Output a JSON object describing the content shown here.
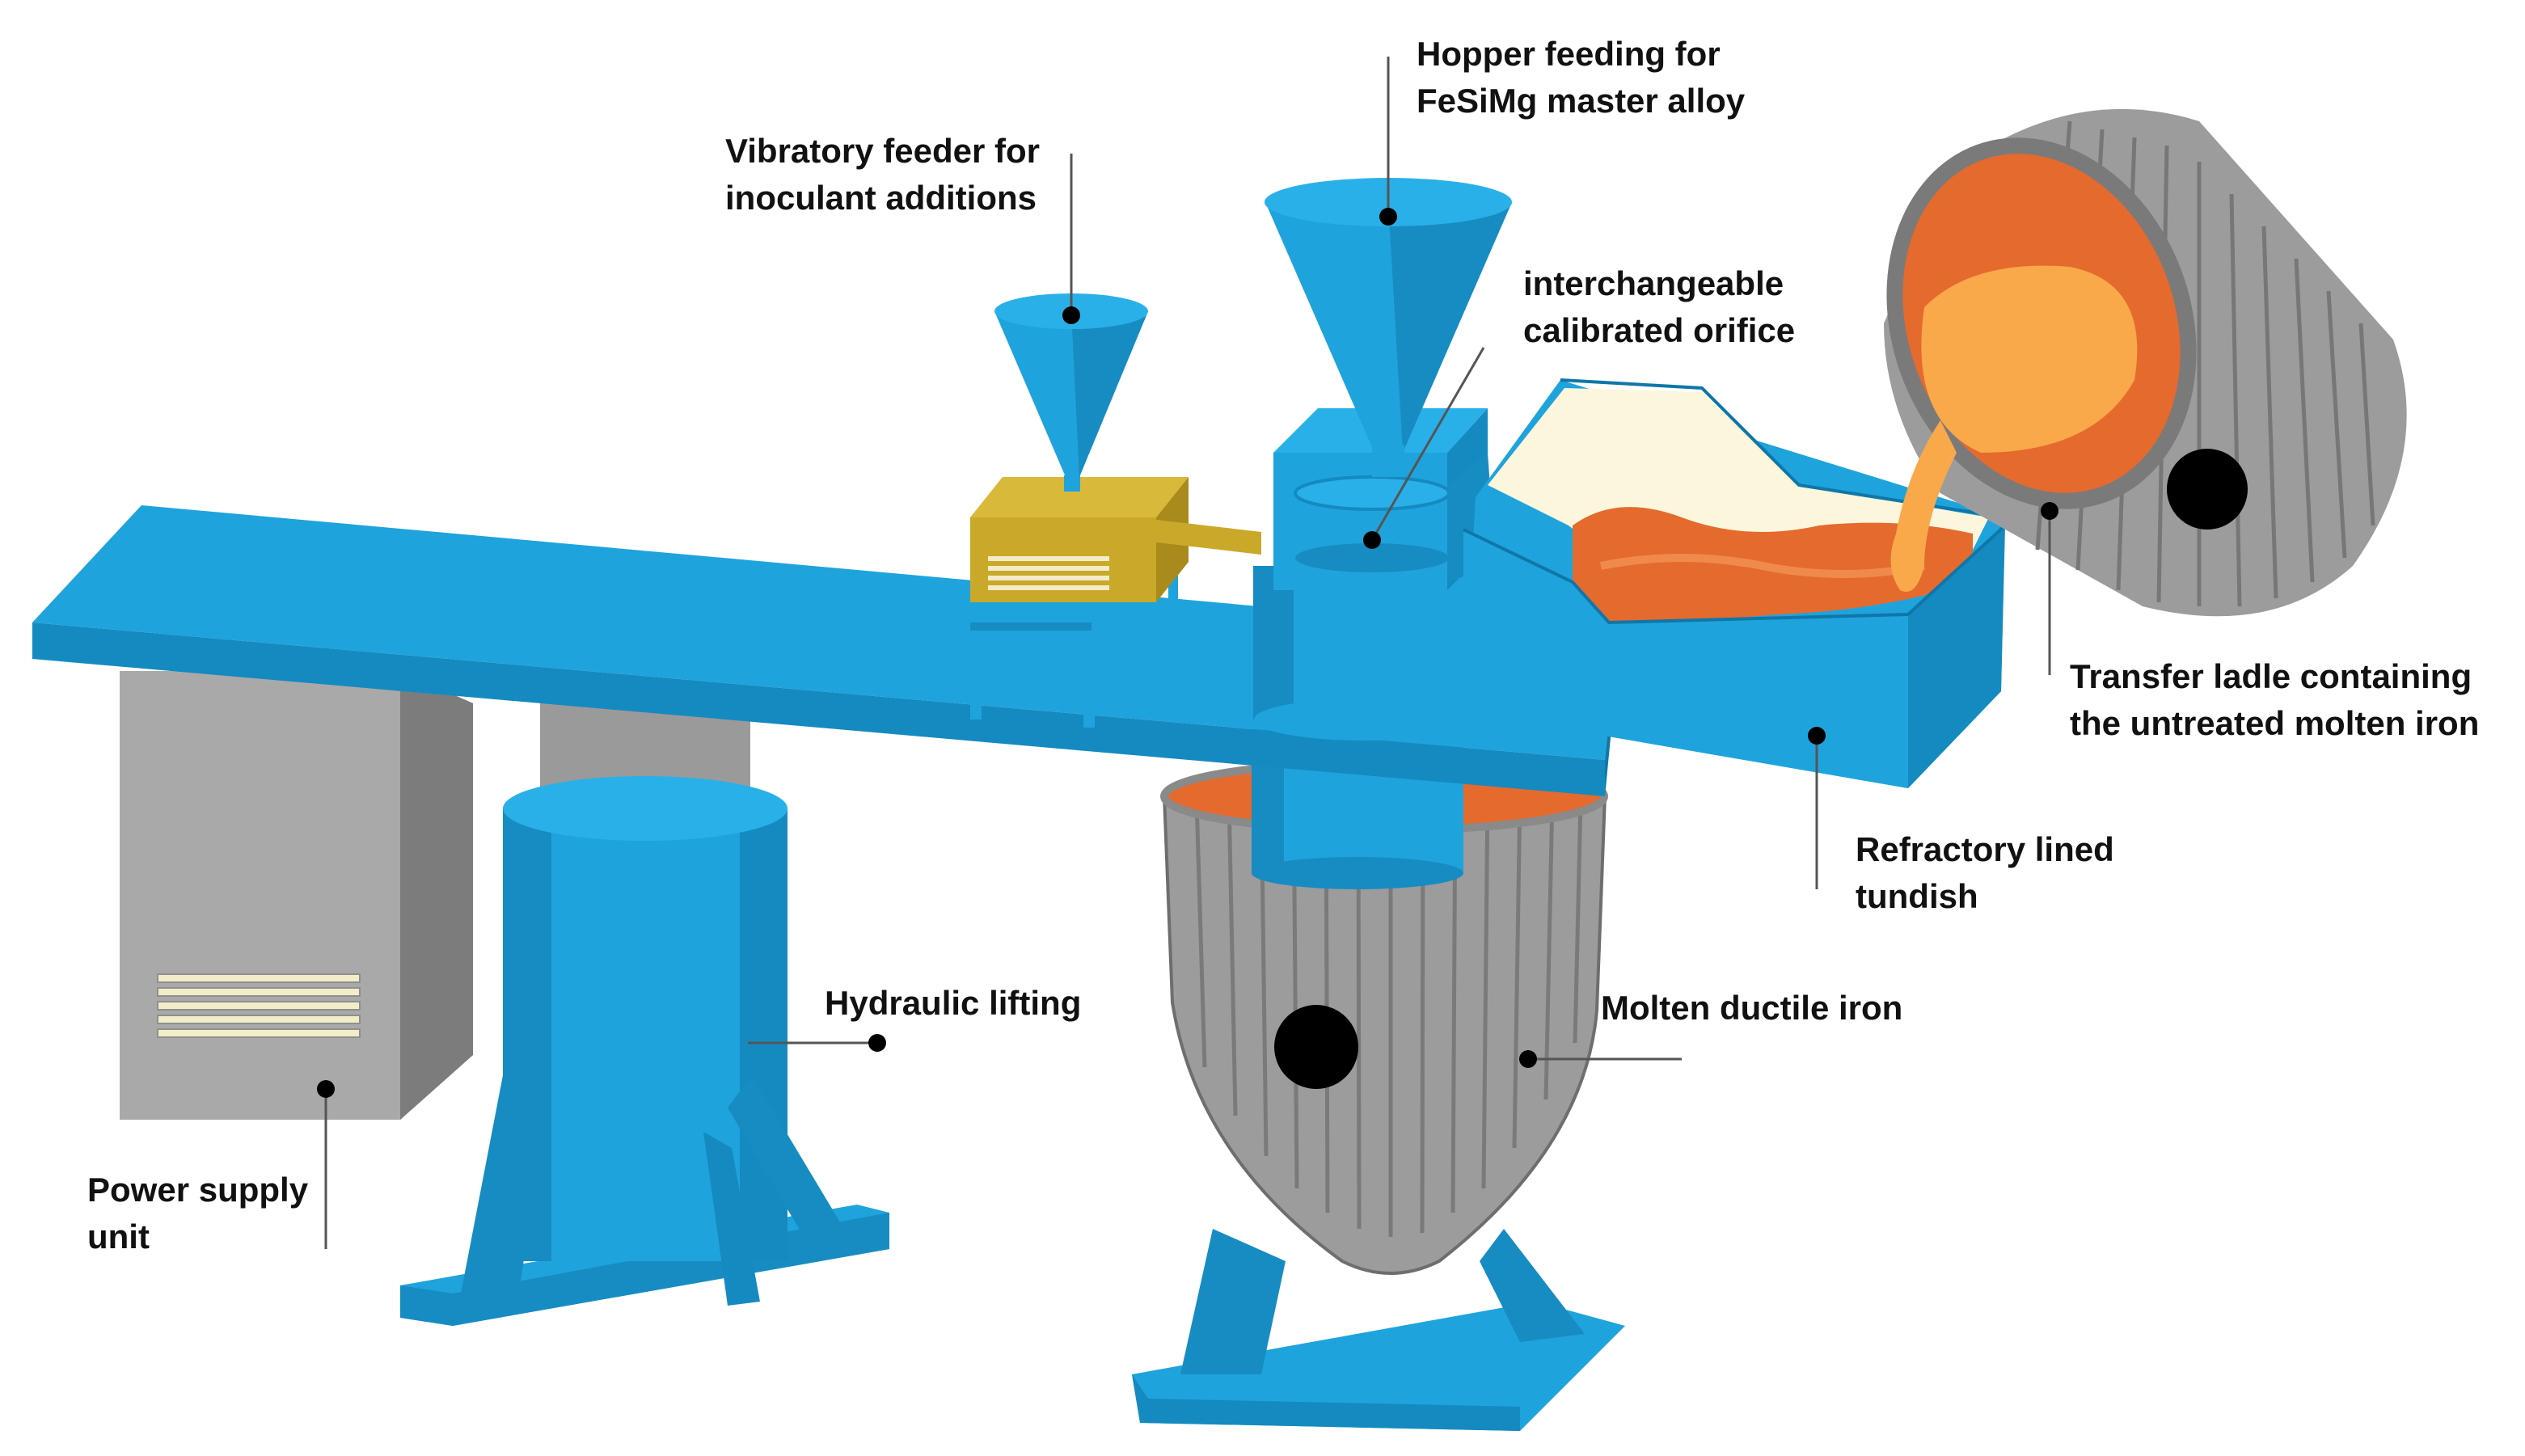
{
  "colors": {
    "machine_blue": "#1fa3dc",
    "machine_blue_dark": "#0f77a8",
    "machine_blue_shade": "#178cc2",
    "ladle_grey": "#9b9b9b",
    "ladle_grey_dark": "#6e6e6e",
    "power_grey": "#a8a8a8",
    "feeder_gold": "#c9a82a",
    "molten_orange": "#e56a2e",
    "molten_light": "#f9a84a",
    "refractory_cream": "#fbf6dc",
    "leader_line": "#555555"
  },
  "labels": {
    "hopper": [
      "Hopper feeding for",
      "FeSiMg master alloy"
    ],
    "vibratory": [
      "Vibratory feeder for",
      "inoculant additions"
    ],
    "orifice": [
      "interchangeable",
      "calibrated orifice"
    ],
    "transfer_ladle": [
      "Transfer ladle containing",
      "the untreated molten iron"
    ],
    "tundish": [
      "Refractory lined",
      "tundish"
    ],
    "hydraulic": [
      "Hydraulic lifting"
    ],
    "molten_ductile": [
      "Molten ductile iron"
    ],
    "power_supply": [
      "Power supply",
      "unit"
    ]
  }
}
